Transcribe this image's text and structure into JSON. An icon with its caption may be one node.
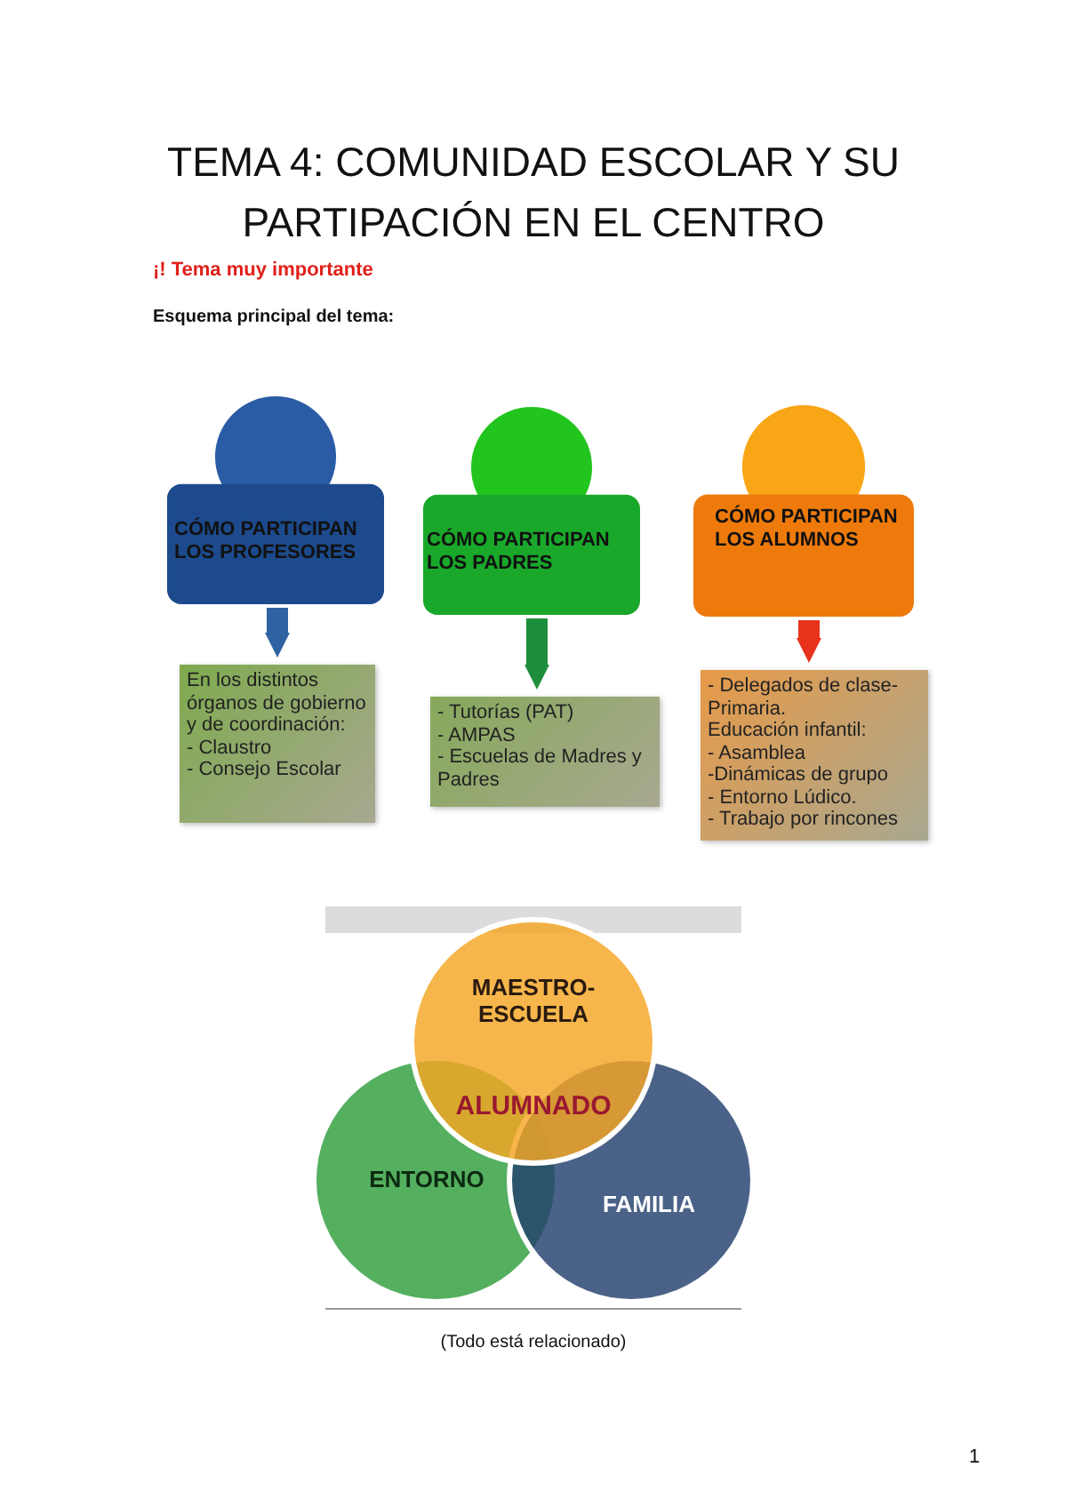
{
  "diagram": {
    "title": "TEMA 4: COMUNIDAD ESCOLAR Y SU PARTIPACIÓN EN EL CENTRO",
    "caption": "(Todo está relacionado)",
    "nodes": [
      {
        "text": [
          "CÓMO PARTICIPAN LOS PROFESORES"
        ]
      },
      {
        "text": [
          "CÓMO PARTICIPAN LOS PADRES"
        ]
      },
      {
        "text": [
          "CÓMO PARTICIPAN LOS ALUMNOS"
        ]
      },
      {
        "text": [
          "En los distintos órganos de gobierno y de coordinación:",
          "- Claustro",
          "- Consejo Escolar"
        ]
      },
      {
        "text": [
          "- Tutorías (PAT)",
          "- AMPAS",
          "- Escuelas de Madres y Padres"
        ]
      },
      {
        "text": [
          "- Delegados de clase- Primaria.",
          "Educación infantil:",
          "- Asamblea",
          "-Dinámicas de grupo",
          "- Entorno Lúdico.",
          "- Trabajo por rincones"
        ]
      },
      {
        "text": [
          "MAESTRO- ESCUELA"
        ]
      },
      {
        "text": [
          "ENTORNO"
        ]
      },
      {
        "text": [
          "FAMILIA"
        ]
      }
    ],
    "edges": [
      {
        "from": 0,
        "to": 3,
        "arrow": "to",
        "color": "#2f62a0"
      },
      {
        "from": 1,
        "to": 4,
        "arrow": "to",
        "color": "#1d8f3c"
      },
      {
        "from": 2,
        "to": 5,
        "arrow": "to",
        "color": "#e8321c"
      }
    ],
    "labels": [
      "¡! Tema muy importante",
      "Esquema principal del tema:",
      "ALUMNADO",
      "1"
    ]
  }
}
